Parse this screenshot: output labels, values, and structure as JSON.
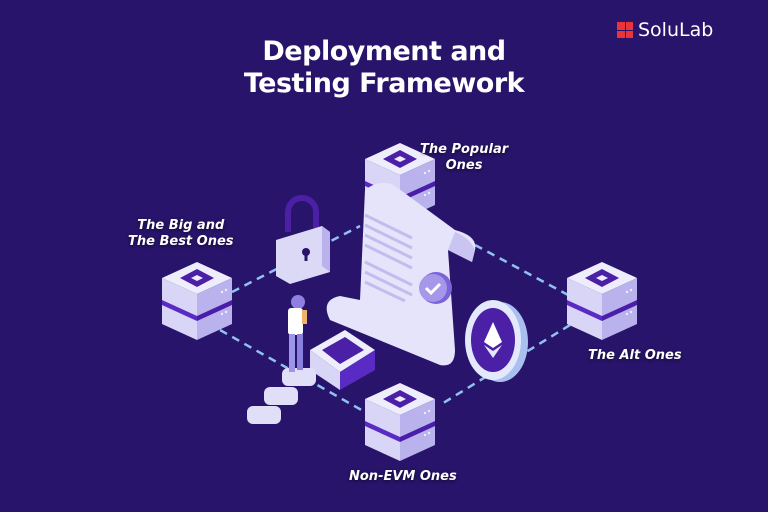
{
  "header": {
    "title_line1": "Deployment and",
    "title_line2": "Testing Framework"
  },
  "logo": {
    "text": "SoluLab",
    "mark_color": "#e8353b"
  },
  "colors": {
    "background": "#28146a",
    "accent": "#4b1fa6",
    "dash": "#8fc2f0"
  },
  "labels": {
    "popular": "The Popular Ones",
    "big_best": "The Big and The Best Ones",
    "alt": "The Alt Ones",
    "non_evm": "Non-EVM Ones"
  },
  "label_lines": {
    "popular_1": "The Popular",
    "popular_2": "Ones",
    "big_best_1": "The Big and",
    "big_best_2": "The Best Ones"
  }
}
